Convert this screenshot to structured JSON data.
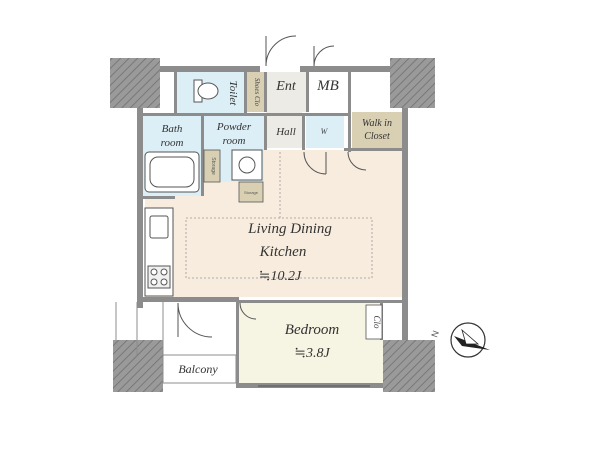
{
  "rooms": {
    "toilet": "Toilet",
    "shoes_closet": "Shoes Clo",
    "entrance": "Ent",
    "meter_box": "MB",
    "bathroom_line1": "Bath",
    "bathroom_line2": "room",
    "powder_line1": "Powder",
    "powder_line2": "room",
    "hall": "Hall",
    "washer": "W",
    "walk_in_line1": "Walk in",
    "walk_in_line2": "Closet",
    "storage_side": "Storage",
    "storage_small": "Storage",
    "ldk_line1": "Living Dining",
    "ldk_line2": "Kitchen",
    "ldk_area": "≒10.2J",
    "bedroom": "Bedroom",
    "bedroom_area": "≒3.8J",
    "closet": "Clo",
    "balcony": "Balcony"
  },
  "compass": {
    "label": "N"
  },
  "colors": {
    "wall": "#8c8c8c",
    "pillar": "#9a9a9a",
    "ldk_floor": "#f7ecdd",
    "bedroom_floor": "#f6f4e2",
    "wet_floor": "#dceef6",
    "closet_floor": "#d9d0b4",
    "entrance_floor": "#ecebe6"
  }
}
